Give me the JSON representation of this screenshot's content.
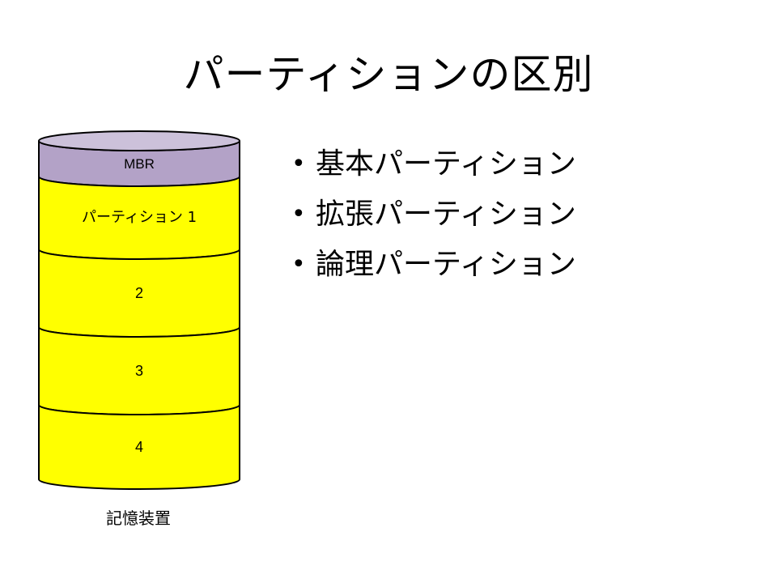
{
  "slide": {
    "title": "パーティションの区別"
  },
  "bullets": [
    {
      "marker": "•",
      "text": "基本パーティション"
    },
    {
      "marker": "•",
      "text": "拡張パーティション"
    },
    {
      "marker": "•",
      "text": "論理パーティション"
    }
  ],
  "disk": {
    "caption": "記憶装置",
    "segments": [
      {
        "label": "MBR",
        "color": "#b3a2c7"
      },
      {
        "label": "パーティション 1",
        "color": "#ffff00"
      },
      {
        "label": "2",
        "color": "#ffff00"
      },
      {
        "label": "3",
        "color": "#ffff00"
      },
      {
        "label": "4",
        "color": "#ffff00"
      }
    ],
    "top_color": "#ccc1da"
  }
}
